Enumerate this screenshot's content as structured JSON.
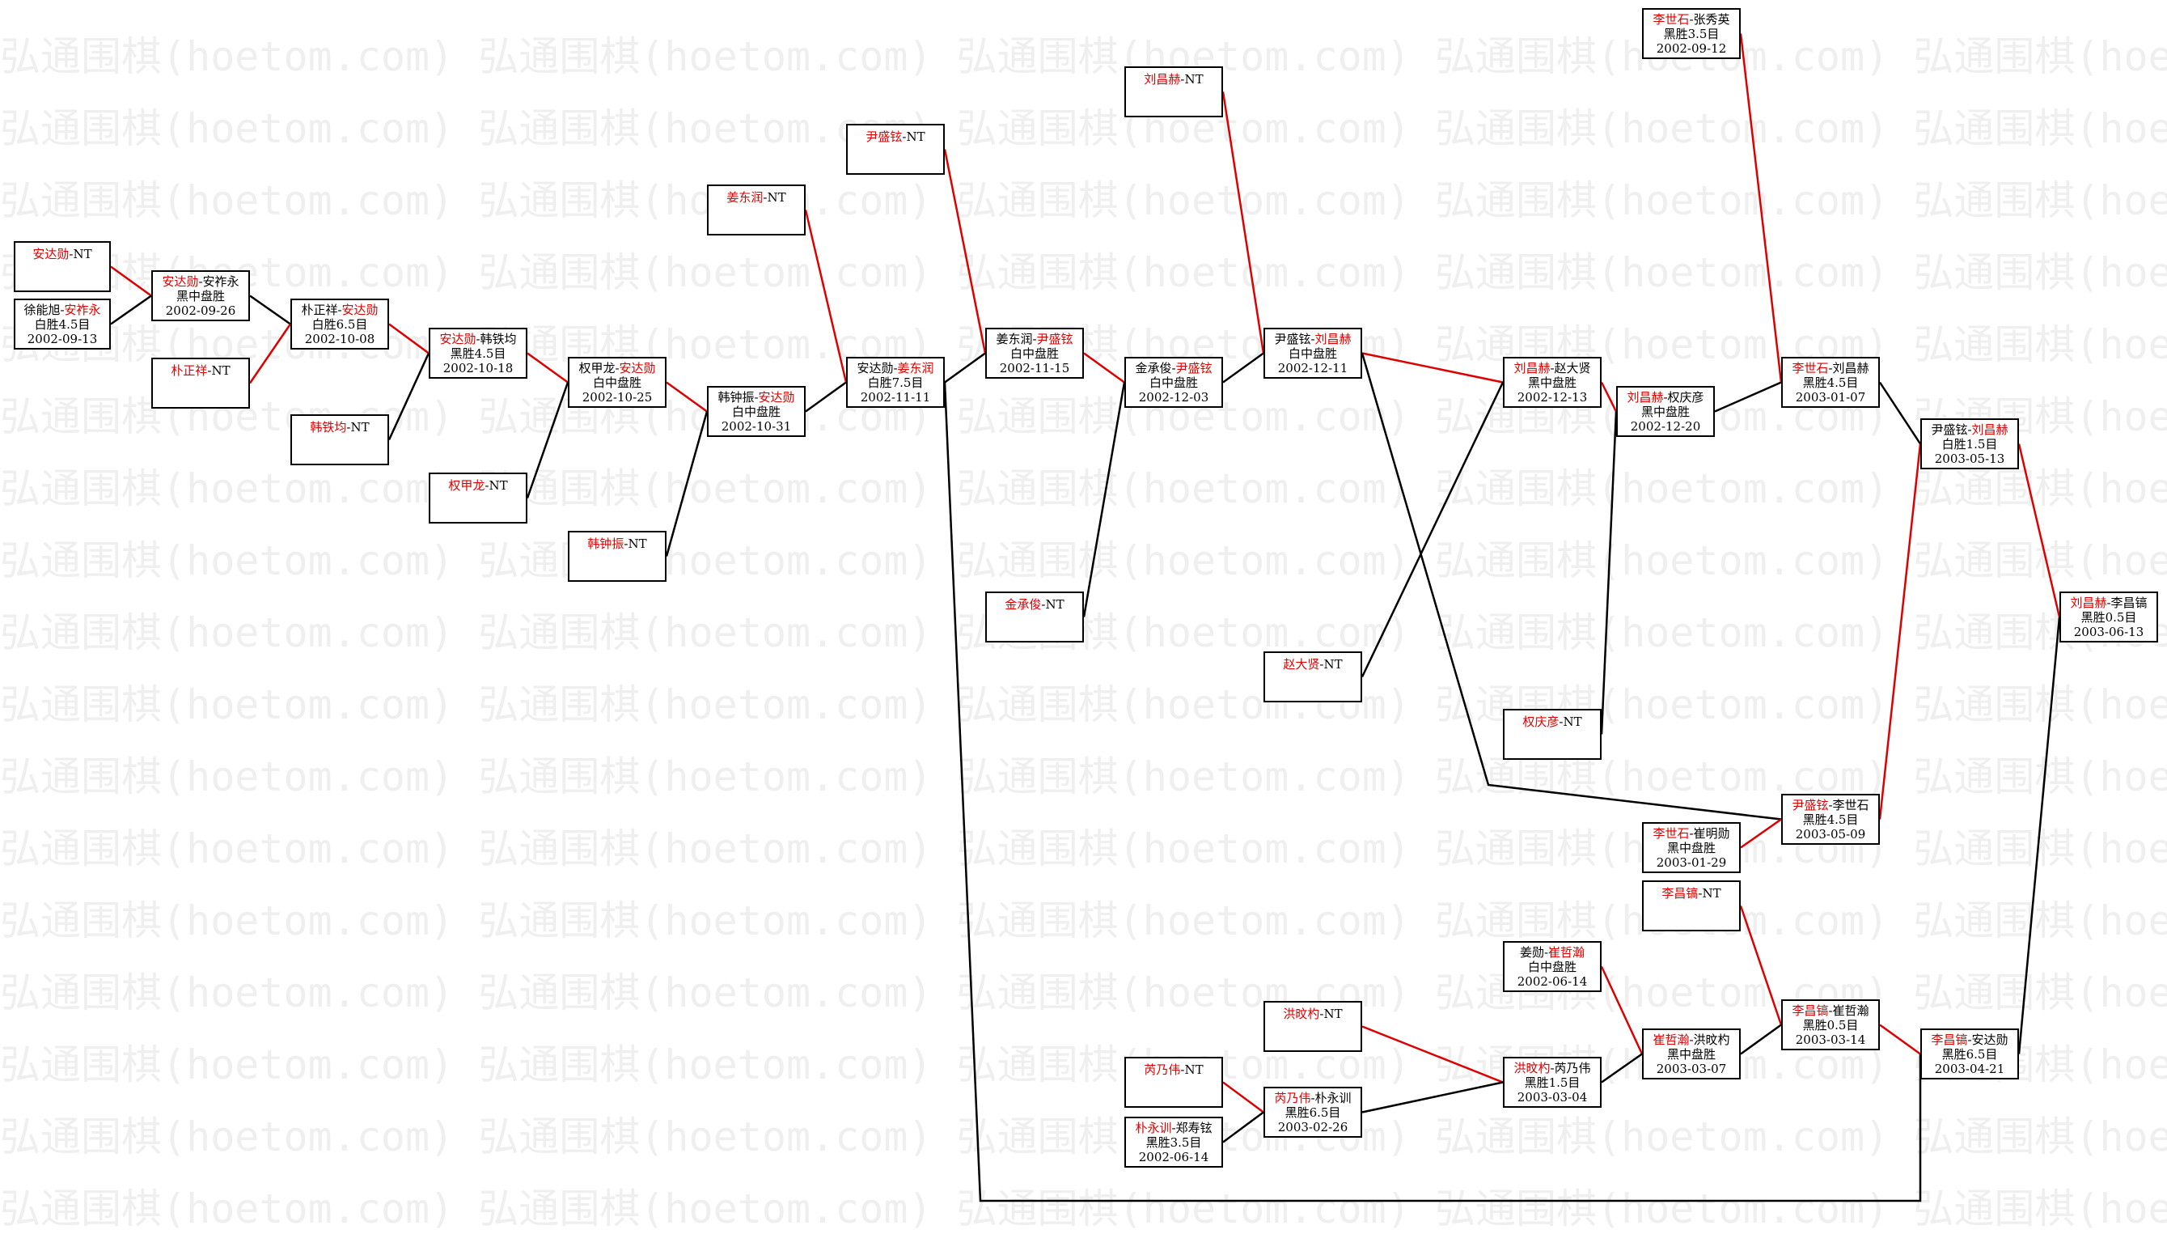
{
  "watermark": "弘通围棋(hoetom.com)",
  "colors": {
    "winner_line": "#dd0000",
    "loser_line": "#000000",
    "winner_text": "#e00000",
    "text": "#000000"
  },
  "nodes": [
    {
      "id": "n1",
      "p1": "安达勋",
      "p2": "NT",
      "winner": 1,
      "result": "",
      "date": ""
    },
    {
      "id": "n2",
      "p1": "徐能旭",
      "p2": "安祚永",
      "winner": 2,
      "result": "白胜4.5目",
      "date": "2002-09-13"
    },
    {
      "id": "n3",
      "p1": "安达勋",
      "p2": "安祚永",
      "winner": 1,
      "result": "黑中盘胜",
      "date": "2002-09-26"
    },
    {
      "id": "n4",
      "p1": "朴正祥",
      "p2": "NT",
      "winner": 1,
      "result": "",
      "date": ""
    },
    {
      "id": "n5",
      "p1": "朴正祥",
      "p2": "安达勋",
      "winner": 2,
      "result": "白胜6.5目",
      "date": "2002-10-08"
    },
    {
      "id": "n6",
      "p1": "韩铁均",
      "p2": "NT",
      "winner": 1,
      "result": "",
      "date": ""
    },
    {
      "id": "n7",
      "p1": "安达勋",
      "p2": "韩铁均",
      "winner": 1,
      "result": "黑胜4.5目",
      "date": "2002-10-18"
    },
    {
      "id": "n8",
      "p1": "权甲龙",
      "p2": "NT",
      "winner": 1,
      "result": "",
      "date": ""
    },
    {
      "id": "n9",
      "p1": "权甲龙",
      "p2": "安达勋",
      "winner": 2,
      "result": "白中盘胜",
      "date": "2002-10-25"
    },
    {
      "id": "n10",
      "p1": "韩钟振",
      "p2": "NT",
      "winner": 1,
      "result": "",
      "date": ""
    },
    {
      "id": "n11",
      "p1": "韩钟振",
      "p2": "安达勋",
      "winner": 2,
      "result": "白中盘胜",
      "date": "2002-10-31"
    },
    {
      "id": "n12",
      "p1": "姜东润",
      "p2": "NT",
      "winner": 1,
      "result": "",
      "date": ""
    },
    {
      "id": "n13",
      "p1": "安达勋",
      "p2": "姜东润",
      "winner": 2,
      "result": "白胜7.5目",
      "date": "2002-11-11"
    },
    {
      "id": "n14",
      "p1": "尹盛铉",
      "p2": "NT",
      "winner": 1,
      "result": "",
      "date": ""
    },
    {
      "id": "n15",
      "p1": "姜东润",
      "p2": "尹盛铉",
      "winner": 2,
      "result": "白中盘胜",
      "date": "2002-11-15"
    },
    {
      "id": "n16",
      "p1": "金承俊",
      "p2": "NT",
      "winner": 1,
      "result": "",
      "date": ""
    },
    {
      "id": "n17",
      "p1": "金承俊",
      "p2": "尹盛铉",
      "winner": 2,
      "result": "白中盘胜",
      "date": "2002-12-03"
    },
    {
      "id": "n18",
      "p1": "刘昌赫",
      "p2": "NT",
      "winner": 1,
      "result": "",
      "date": ""
    },
    {
      "id": "n19",
      "p1": "尹盛铉",
      "p2": "刘昌赫",
      "winner": 2,
      "result": "白中盘胜",
      "date": "2002-12-11"
    },
    {
      "id": "n20",
      "p1": "赵大贤",
      "p2": "NT",
      "winner": 1,
      "result": "",
      "date": ""
    },
    {
      "id": "n21",
      "p1": "刘昌赫",
      "p2": "赵大贤",
      "winner": 1,
      "result": "黑中盘胜",
      "date": "2002-12-13"
    },
    {
      "id": "n22",
      "p1": "权庆彦",
      "p2": "NT",
      "winner": 1,
      "result": "",
      "date": ""
    },
    {
      "id": "n23",
      "p1": "刘昌赫",
      "p2": "权庆彦",
      "winner": 1,
      "result": "黑中盘胜",
      "date": "2002-12-20"
    },
    {
      "id": "n24",
      "p1": "李世石",
      "p2": "张秀英",
      "winner": 1,
      "result": "黑胜3.5目",
      "date": "2002-09-12"
    },
    {
      "id": "n25",
      "p1": "李世石",
      "p2": "刘昌赫",
      "winner": 1,
      "result": "黑胜4.5目",
      "date": "2003-01-07"
    },
    {
      "id": "n26",
      "p1": "尹盛铉",
      "p2": "刘昌赫",
      "winner": 2,
      "result": "白胜1.5目",
      "date": "2003-05-13"
    },
    {
      "id": "n27",
      "p1": "李世石",
      "p2": "崔明勋",
      "winner": 1,
      "result": "黑中盘胜",
      "date": "2003-01-29"
    },
    {
      "id": "n28",
      "p1": "尹盛铉",
      "p2": "李世石",
      "winner": 1,
      "result": "黑胜4.5目",
      "date": "2003-05-09"
    },
    {
      "id": "n29",
      "p1": "刘昌赫",
      "p2": "李昌镐",
      "winner": 1,
      "result": "黑胜0.5目",
      "date": "2003-06-13"
    },
    {
      "id": "n30",
      "p1": "李昌镐",
      "p2": "NT",
      "winner": 1,
      "result": "",
      "date": ""
    },
    {
      "id": "n31",
      "p1": "姜勋",
      "p2": "崔哲瀚",
      "winner": 2,
      "result": "白中盘胜",
      "date": "2002-06-14"
    },
    {
      "id": "n32",
      "p1": "洪旼杓",
      "p2": "NT",
      "winner": 1,
      "result": "",
      "date": ""
    },
    {
      "id": "n33",
      "p1": "芮乃伟",
      "p2": "NT",
      "winner": 1,
      "result": "",
      "date": ""
    },
    {
      "id": "n34",
      "p1": "芮乃伟",
      "p2": "朴永训",
      "winner": 1,
      "result": "黑胜6.5目",
      "date": "2003-02-26"
    },
    {
      "id": "n35",
      "p1": "朴永训",
      "p2": "郑寿铉",
      "winner": 1,
      "result": "黑胜3.5目",
      "date": "2002-06-14"
    },
    {
      "id": "n36",
      "p1": "洪旼杓",
      "p2": "芮乃伟",
      "winner": 1,
      "result": "黑胜1.5目",
      "date": "2003-03-04"
    },
    {
      "id": "n37",
      "p1": "崔哲瀚",
      "p2": "洪旼杓",
      "winner": 1,
      "result": "黑中盘胜",
      "date": "2003-03-07"
    },
    {
      "id": "n38",
      "p1": "李昌镐",
      "p2": "崔哲瀚",
      "winner": 1,
      "result": "黑胜0.5目",
      "date": "2003-03-14"
    },
    {
      "id": "n39",
      "p1": "李昌镐",
      "p2": "安达勋",
      "winner": 1,
      "result": "黑胜6.5目",
      "date": "2003-04-21"
    }
  ]
}
